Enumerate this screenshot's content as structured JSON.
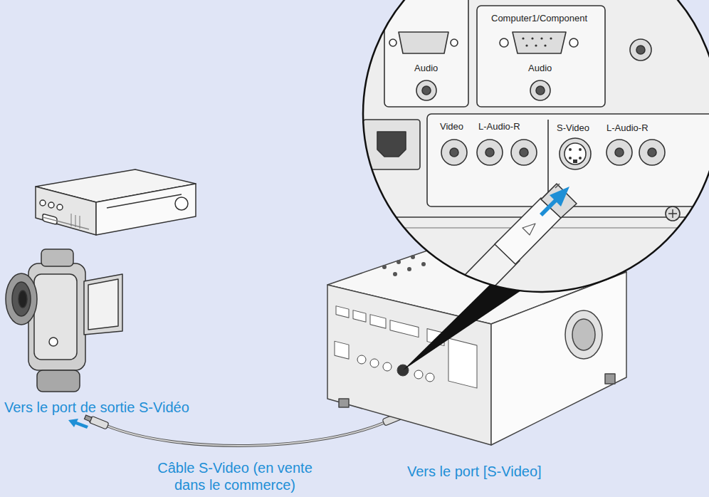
{
  "diagram": {
    "labels": [
      "Computer1/Component",
      "Audio",
      "Audio",
      "Video",
      "L-Audio-R",
      "S-Video",
      "L-Audio-R",
      "Vers le port de sortie S-Vidéo",
      "Câble S-Video (en vente dans le commerce)",
      "Vers le port [S-Video]"
    ]
  }
}
